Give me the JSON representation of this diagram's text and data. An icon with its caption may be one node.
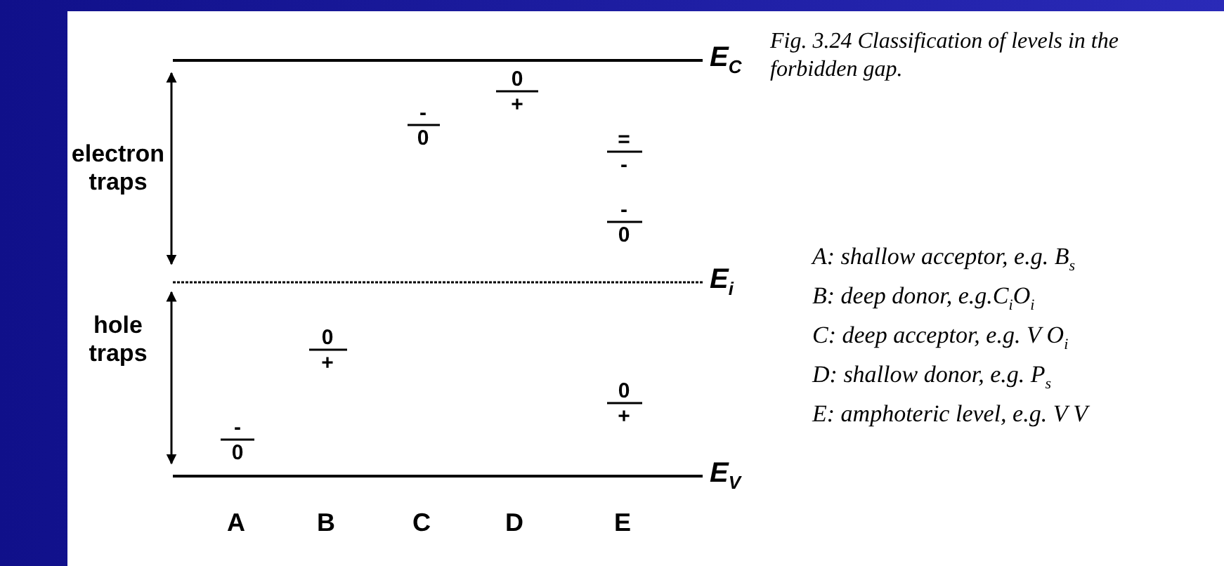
{
  "diagram": {
    "caption": "Fig. 3.24 Classification of levels in the forbidden gap.",
    "labels": [
      "E$_{C}$",
      "electron traps",
      "0",
      "+",
      "-",
      "0",
      "=",
      "-",
      "-",
      "0",
      "E$_{i}$",
      "hole traps",
      "0",
      "+",
      "0",
      "+",
      "-",
      "0",
      "E$_{V}$",
      "A",
      "B",
      "C",
      "D",
      "E",
      "A: shallow acceptor, e.g. B$_{s}$",
      "B: deep donor, e.g.C$_{i}$O$_{i}$",
      "C: deep acceptor, e.g. V O$_{i}$",
      "D: shallow donor, e.g. P$_{s}$",
      "E: amphoteric level, e.g. V V"
    ]
  }
}
